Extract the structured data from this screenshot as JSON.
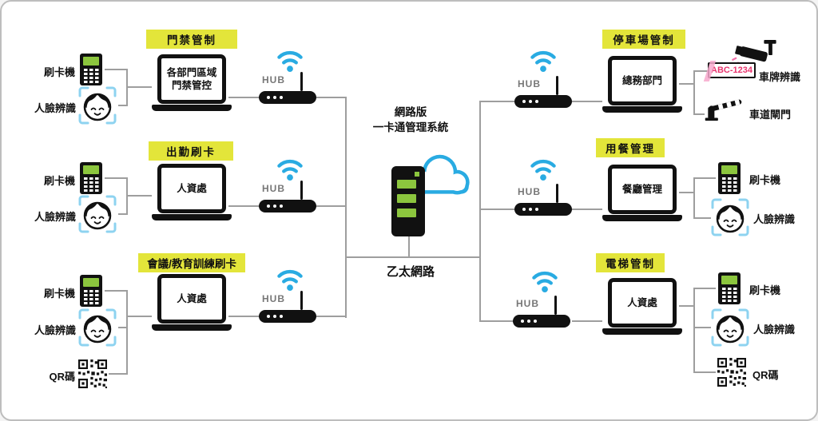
{
  "canvas": {
    "background": "#ffffff",
    "border": "#bdbdbd"
  },
  "colors": {
    "accent_yellow": "#e3e53a",
    "wifi_blue": "#29abe2",
    "screen_green": "#8cc63e",
    "line_gray": "#9e9e9e",
    "plate_red": "#e8336d",
    "camera_pink": "#f272ab",
    "face_bracket_blue": "#8ed3f0",
    "icon_black": "#111111"
  },
  "hub_label": "HUB",
  "center": {
    "system_title": "網路版\n一卡通管理系統",
    "network_label": "乙太網路"
  },
  "groups": {
    "access": {
      "title": "門禁管制",
      "computer": "各部門區域\n門禁管控",
      "card_reader": "刷卡機",
      "face": "人臉辨識"
    },
    "attendance": {
      "title": "出勤刷卡",
      "computer": "人資處",
      "card_reader": "刷卡機",
      "face": "人臉辨識"
    },
    "meeting": {
      "title": "會議/教育訓練刷卡",
      "computer": "人資處",
      "card_reader": "刷卡機",
      "face": "人臉辨識",
      "qr": "QR碼"
    },
    "parking": {
      "title": "停車場管制",
      "computer": "總務部門",
      "plate": "ABC-1234",
      "plate_recognition": "車牌辨識",
      "gate": "車道閘門"
    },
    "dining": {
      "title": "用餐管理",
      "computer": "餐廳管理",
      "card_reader": "刷卡機",
      "face": "人臉辨識"
    },
    "elevator": {
      "title": "電梯管制",
      "computer": "人資處",
      "card_reader": "刷卡機",
      "face": "人臉辨識",
      "qr": "QR碼"
    }
  }
}
